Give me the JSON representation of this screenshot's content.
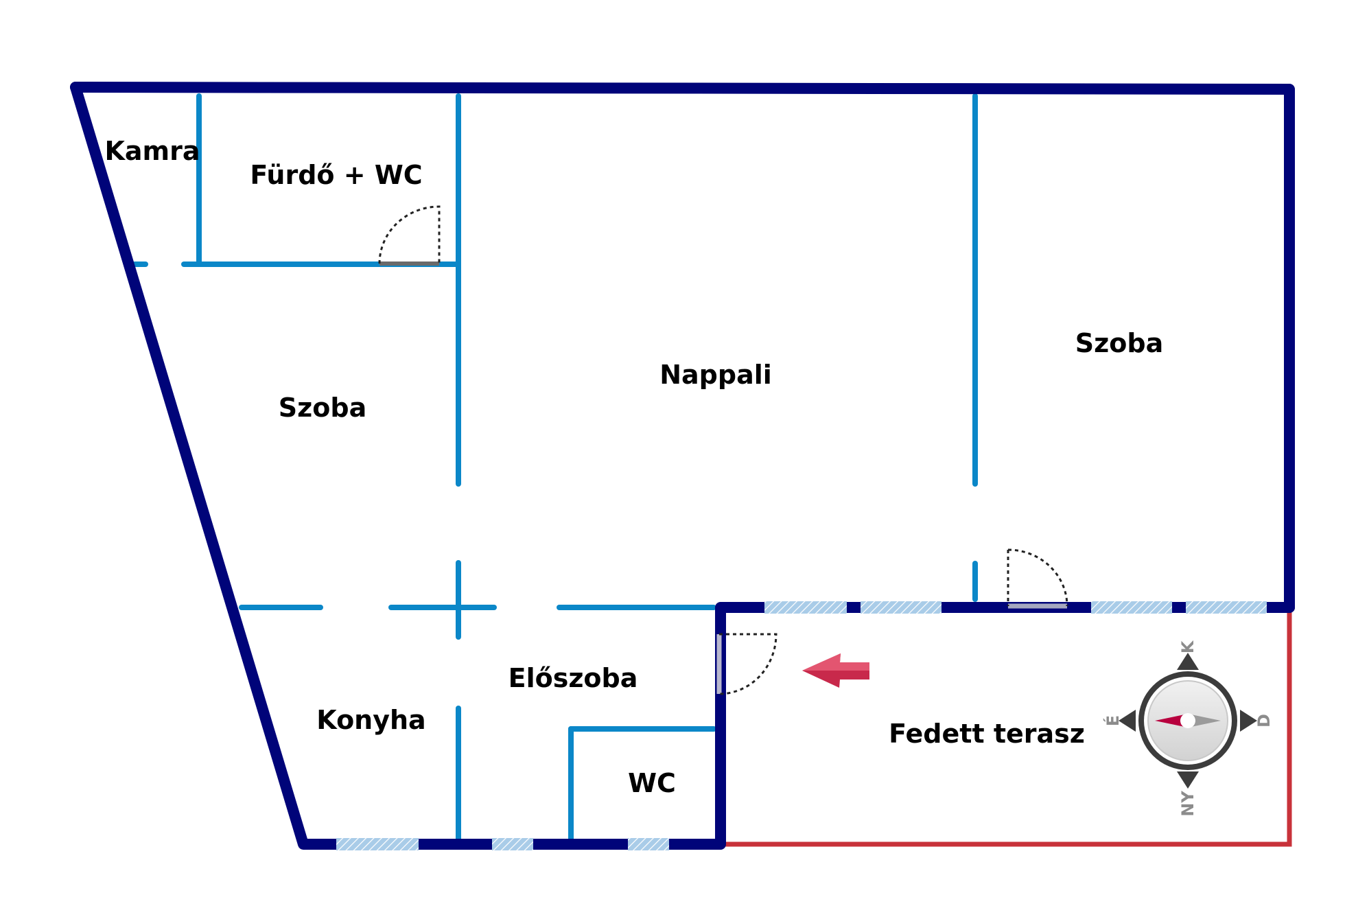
{
  "rooms": {
    "kamra": "Kamra",
    "furdo": "Fürdő + WC",
    "szoba_left": "Szoba",
    "nappali": "Nappali",
    "szoba_right": "Szoba",
    "konyha": "Konyha",
    "eloszoba": "Előszoba",
    "wc": "WC",
    "terasz": "Fedett terasz"
  },
  "compass": {
    "north": "K",
    "south": "NY",
    "east": "D",
    "west": "É"
  },
  "colors": {
    "outer_wall": "#000479",
    "inner_wall": "#0B87C8",
    "terrace_boundary": "#C8323A",
    "window": "#A9CCE8",
    "entrance_arrow": "#C8294B",
    "compass_needle": "#B8003E",
    "compass_body": "#3C3C3C"
  }
}
